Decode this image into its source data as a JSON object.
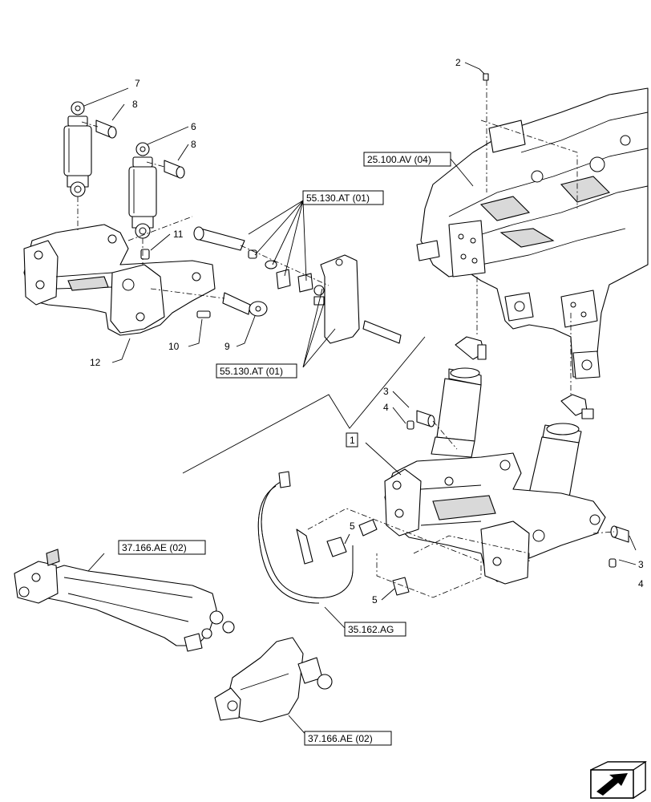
{
  "callouts": {
    "c1": "1",
    "c2": "2",
    "c3a": "3",
    "c3b": "3",
    "c4a": "4",
    "c4b": "4",
    "c5a": "5",
    "c5b": "5",
    "c6": "6",
    "c7": "7",
    "c8a": "8",
    "c8b": "8",
    "c9": "9",
    "c10": "10",
    "c11": "11",
    "c12": "12"
  },
  "references": {
    "frame": "25.100.AV (04)",
    "hardware_top": "55.130.AT (01)",
    "hardware_bottom": "55.130.AT (01)",
    "arm": "37.166.AE (02)",
    "hose": "35.162.AG",
    "hook": "37.166.AE (02)"
  },
  "icons": {
    "nav": "next-page-arrow-icon"
  },
  "colors": {
    "line": "#000000",
    "shade": "#d9d9d9",
    "background": "#ffffff"
  }
}
